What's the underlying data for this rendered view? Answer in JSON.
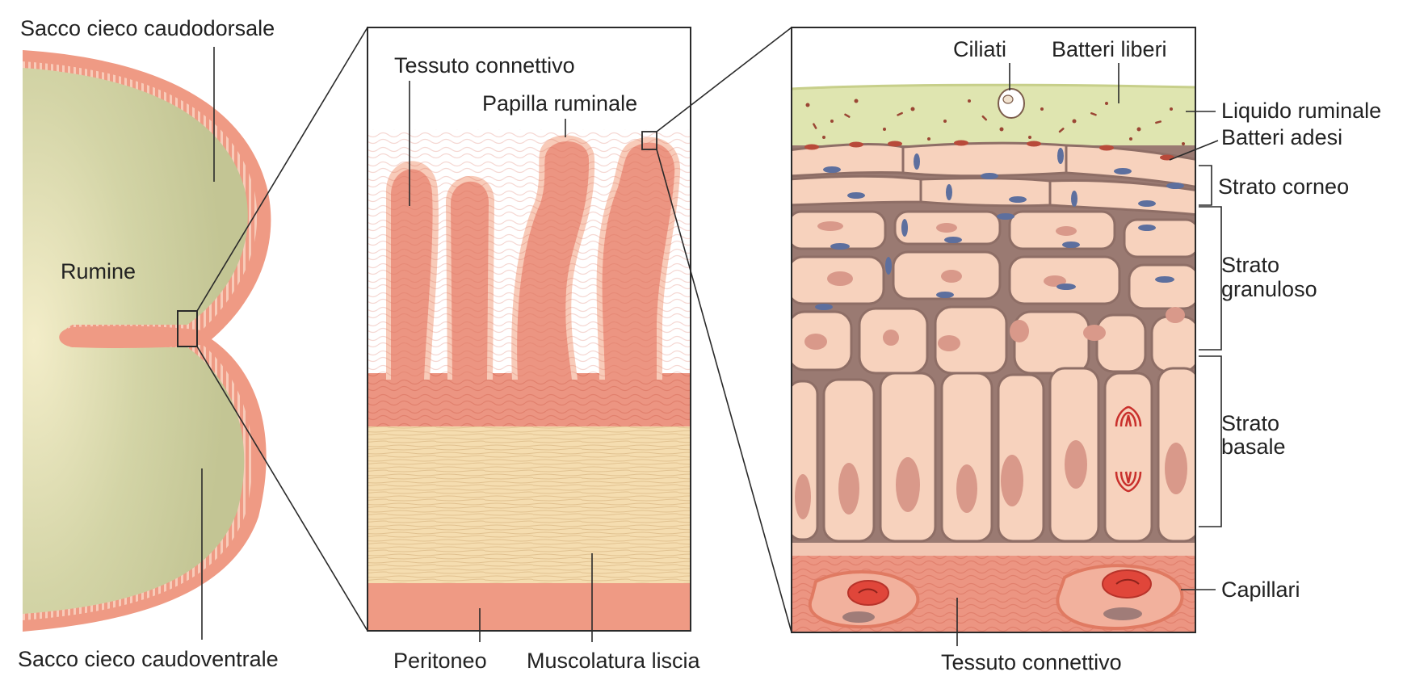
{
  "labels": {
    "sacco_dorsale": "Sacco cieco caudodorsale",
    "rumine": "Rumine",
    "sacco_ventrale": "Sacco cieco caudoventrale",
    "tessuto_connettivo_mid": "Tessuto connettivo",
    "papilla": "Papilla ruminale",
    "peritoneo": "Peritoneo",
    "muscolatura": "Muscolatura liscia",
    "ciliati": "Ciliati",
    "batteri_liberi": "Batteri liberi",
    "liquido": "Liquido ruminale",
    "batteri_adesi": "Batteri adesi",
    "strato_corneo": "Strato corneo",
    "strato_granuloso_1": "Strato",
    "strato_granuloso_2": "granuloso",
    "strato_basale_1": "Strato",
    "strato_basale_2": "basale",
    "capillari": "Capillari",
    "tessuto_connettivo_right": "Tessuto connettivo"
  },
  "colors": {
    "rumen_fill": "#c9cb9c",
    "rumen_center": "#f3edc9",
    "wall": "#ef9a84",
    "muscle": "#f5ddb0",
    "liquid": "#dfe5b0",
    "cell": "#f7d2bd",
    "flat_nucleus": "#5d6f9e",
    "capillary": "#e0463a"
  }
}
